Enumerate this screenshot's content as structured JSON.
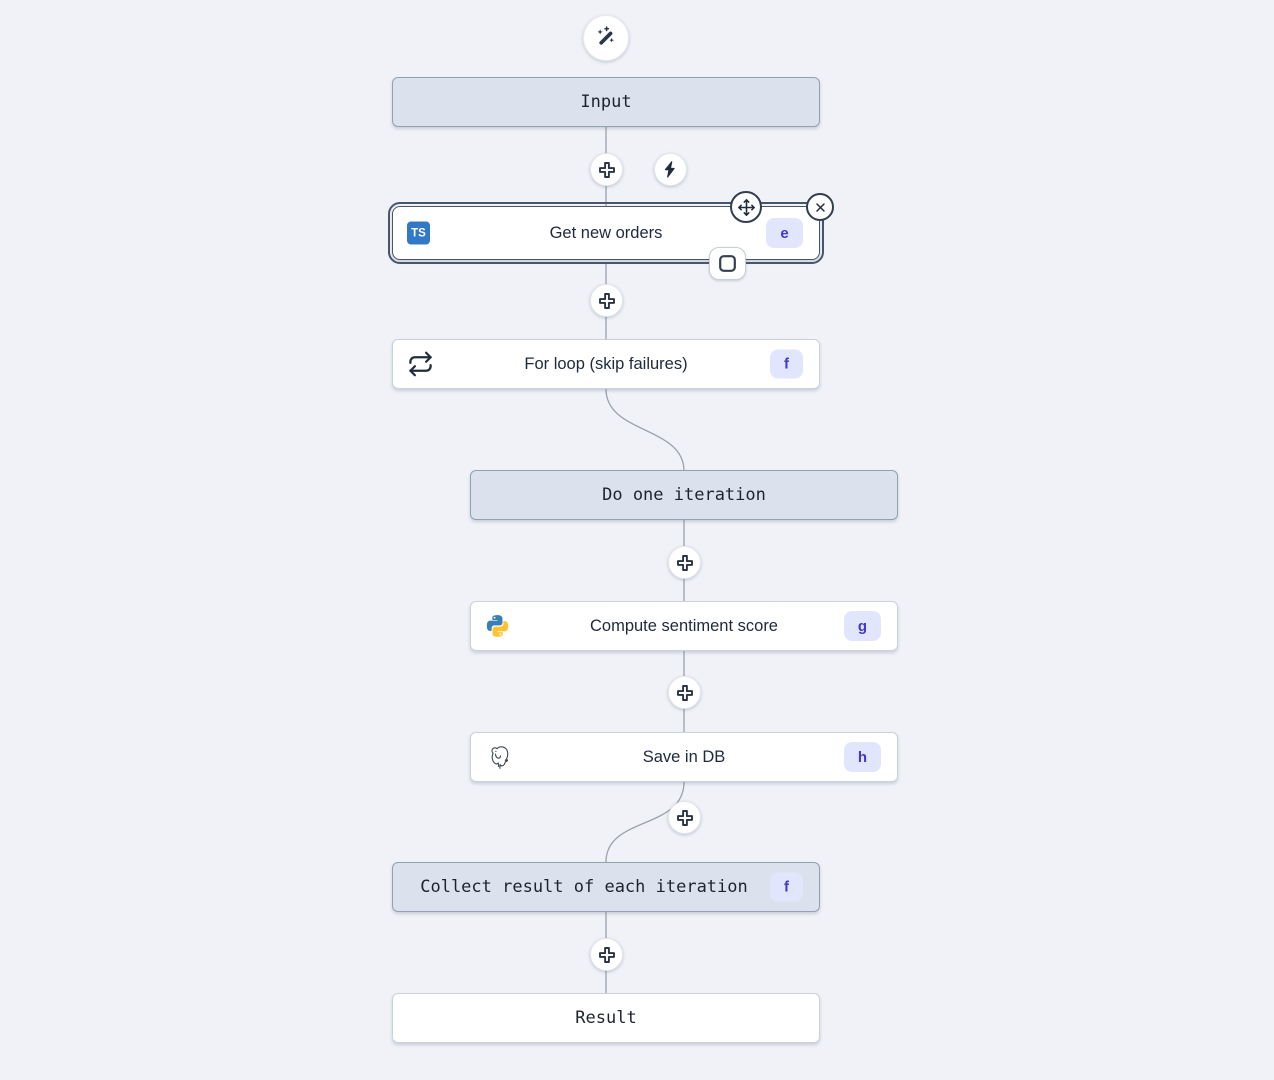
{
  "app": {
    "name": "flow-editor-canvas"
  },
  "colors": {
    "canvas_bg": "#f0f2f7",
    "virtual_node_bg": "#dbe2ee",
    "virtual_node_border": "#94a1b3",
    "node_border": "#c9d2dd",
    "selected_border": "#49556a",
    "badge_bg": "#e2e6fc",
    "badge_text": "#4338ca",
    "edge": "#9aa2ad",
    "icon_dark": "#2b3648",
    "typescript_blue": "#3178c6",
    "python_blue": "#387EB8",
    "python_yellow": "#FFC331"
  },
  "nodes": {
    "input": {
      "label": "Input",
      "kind": "virtual"
    },
    "get_new_orders": {
      "label": "Get new orders",
      "badge": "e",
      "icon_label": "TS",
      "language": "typescript",
      "selected": true
    },
    "for_loop": {
      "label": "For loop (skip failures)",
      "badge": "f",
      "kind": "forloop"
    },
    "do_one_iteration": {
      "label": "Do one iteration",
      "kind": "virtual"
    },
    "compute_sentiment_score": {
      "label": "Compute sentiment score",
      "badge": "g",
      "language": "python"
    },
    "save_in_db": {
      "label": "Save in DB",
      "badge": "h",
      "language": "postgresql"
    },
    "collect_result": {
      "label": "Collect result of each iteration",
      "badge": "f",
      "kind": "virtual"
    },
    "result": {
      "label": "Result",
      "kind": "virtual"
    }
  }
}
